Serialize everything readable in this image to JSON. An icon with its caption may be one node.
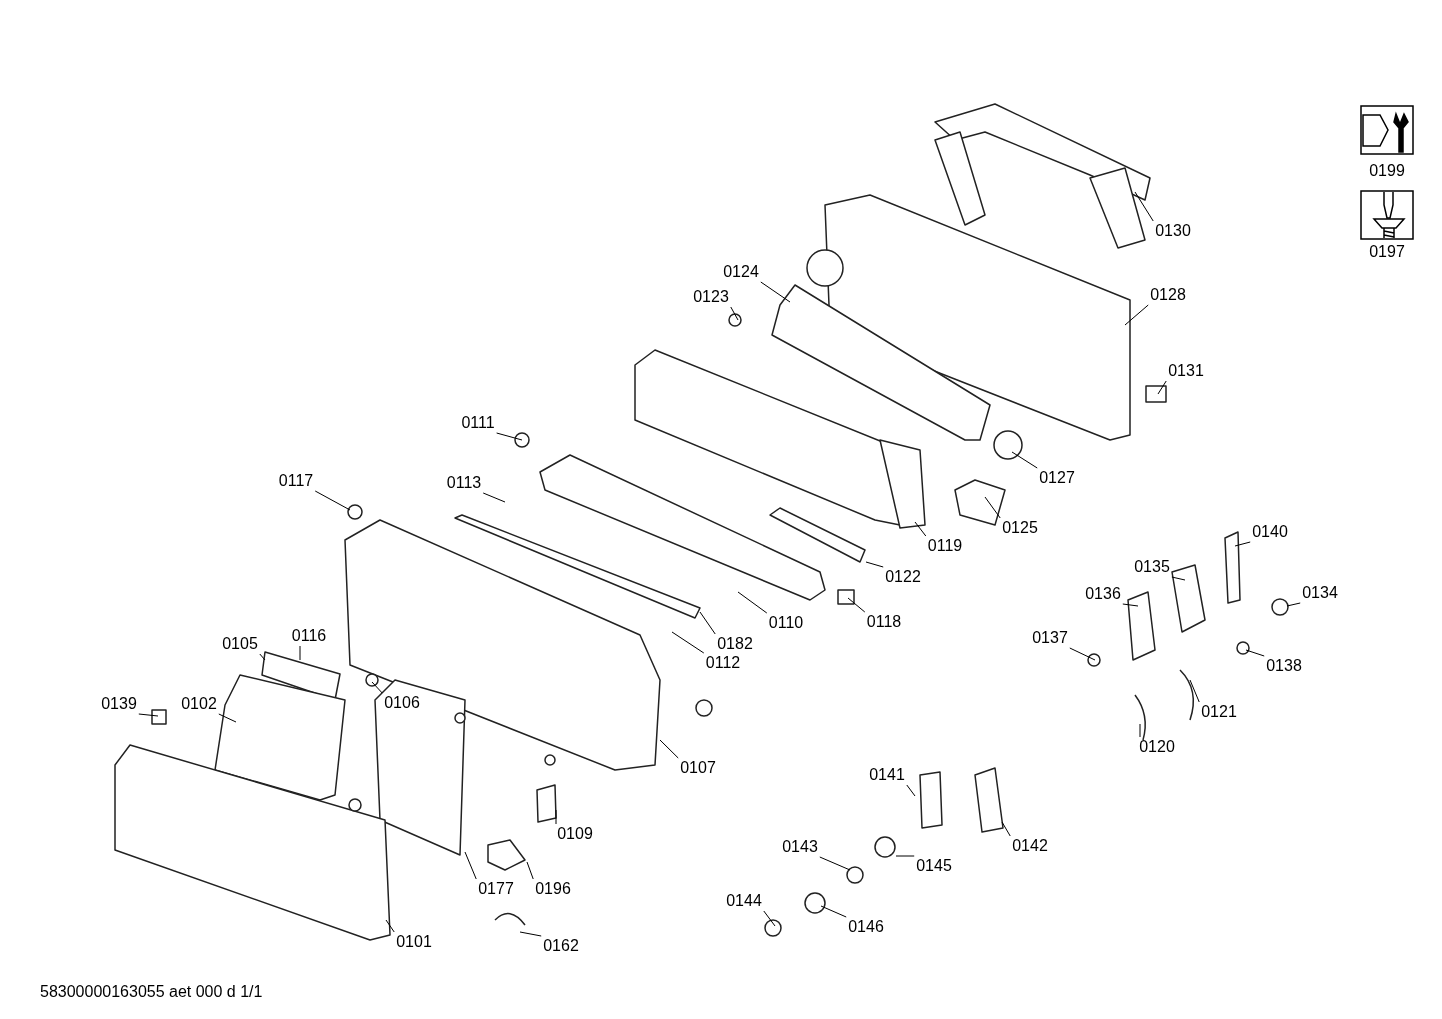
{
  "diagram": {
    "nodes": [
      {
        "text": [
          "0130"
        ]
      },
      {
        "text": [
          "0124"
        ]
      },
      {
        "text": [
          "0128"
        ]
      },
      {
        "text": [
          "0123"
        ]
      },
      {
        "text": [
          "0131"
        ]
      },
      {
        "text": [
          "0111"
        ]
      },
      {
        "text": [
          "0127"
        ]
      },
      {
        "text": [
          "0117"
        ]
      },
      {
        "text": [
          "0113"
        ]
      },
      {
        "text": [
          "0125"
        ]
      },
      {
        "text": [
          "0140"
        ]
      },
      {
        "text": [
          "0119"
        ]
      },
      {
        "text": [
          "0135"
        ]
      },
      {
        "text": [
          "0122"
        ]
      },
      {
        "text": [
          "0134"
        ]
      },
      {
        "text": [
          "0136"
        ]
      },
      {
        "text": [
          "0110"
        ]
      },
      {
        "text": [
          "0118"
        ]
      },
      {
        "text": [
          "0116"
        ]
      },
      {
        "text": [
          "0137"
        ]
      },
      {
        "text": [
          "0105"
        ]
      },
      {
        "text": [
          "0182"
        ]
      },
      {
        "text": [
          "0112"
        ]
      },
      {
        "text": [
          "0138"
        ]
      },
      {
        "text": [
          "0139"
        ]
      },
      {
        "text": [
          "0102"
        ]
      },
      {
        "text": [
          "0106"
        ]
      },
      {
        "text": [
          "0121"
        ]
      },
      {
        "text": [
          "0120"
        ]
      },
      {
        "text": [
          "0107"
        ]
      },
      {
        "text": [
          "0141"
        ]
      },
      {
        "text": [
          "0109"
        ]
      },
      {
        "text": [
          "0142"
        ]
      },
      {
        "text": [
          "0143"
        ]
      },
      {
        "text": [
          "0145"
        ]
      },
      {
        "text": [
          "0177"
        ]
      },
      {
        "text": [
          "0196"
        ]
      },
      {
        "text": [
          "0144"
        ]
      },
      {
        "text": [
          "0146"
        ]
      },
      {
        "text": [
          "0101"
        ]
      },
      {
        "text": [
          "0162"
        ]
      }
    ],
    "edges": [
      {
        "from": 0,
        "to": null,
        "arrow": "none"
      },
      {
        "from": 1,
        "to": null,
        "arrow": "none"
      },
      {
        "from": 2,
        "to": null,
        "arrow": "none"
      },
      {
        "from": 3,
        "to": null,
        "arrow": "none"
      },
      {
        "from": 4,
        "to": null,
        "arrow": "none"
      },
      {
        "from": 5,
        "to": null,
        "arrow": "none"
      },
      {
        "from": 6,
        "to": null,
        "arrow": "none"
      },
      {
        "from": 7,
        "to": null,
        "arrow": "none"
      },
      {
        "from": 8,
        "to": null,
        "arrow": "none"
      },
      {
        "from": 9,
        "to": null,
        "arrow": "none"
      },
      {
        "from": 10,
        "to": null,
        "arrow": "none"
      },
      {
        "from": 11,
        "to": null,
        "arrow": "none"
      },
      {
        "from": 12,
        "to": null,
        "arrow": "none"
      },
      {
        "from": 13,
        "to": null,
        "arrow": "none"
      },
      {
        "from": 14,
        "to": null,
        "arrow": "none"
      },
      {
        "from": 15,
        "to": null,
        "arrow": "none"
      },
      {
        "from": 16,
        "to": null,
        "arrow": "none"
      },
      {
        "from": 17,
        "to": null,
        "arrow": "none"
      },
      {
        "from": 18,
        "to": null,
        "arrow": "none"
      },
      {
        "from": 19,
        "to": null,
        "arrow": "none"
      },
      {
        "from": 20,
        "to": null,
        "arrow": "none"
      },
      {
        "from": 21,
        "to": null,
        "arrow": "none"
      },
      {
        "from": 22,
        "to": null,
        "arrow": "none"
      },
      {
        "from": 23,
        "to": null,
        "arrow": "none"
      },
      {
        "from": 24,
        "to": null,
        "arrow": "none"
      },
      {
        "from": 25,
        "to": null,
        "arrow": "none"
      },
      {
        "from": 26,
        "to": null,
        "arrow": "none"
      },
      {
        "from": 27,
        "to": null,
        "arrow": "none"
      },
      {
        "from": 28,
        "to": null,
        "arrow": "none"
      },
      {
        "from": 29,
        "to": null,
        "arrow": "none"
      },
      {
        "from": 30,
        "to": null,
        "arrow": "none"
      },
      {
        "from": 31,
        "to": null,
        "arrow": "none"
      },
      {
        "from": 32,
        "to": null,
        "arrow": "none"
      },
      {
        "from": 33,
        "to": null,
        "arrow": "none"
      },
      {
        "from": 34,
        "to": null,
        "arrow": "none"
      },
      {
        "from": 35,
        "to": null,
        "arrow": "none"
      },
      {
        "from": 36,
        "to": null,
        "arrow": "none"
      },
      {
        "from": 37,
        "to": null,
        "arrow": "none"
      },
      {
        "from": 38,
        "to": null,
        "arrow": "none"
      },
      {
        "from": 39,
        "to": null,
        "arrow": "none"
      },
      {
        "from": 40,
        "to": null,
        "arrow": "none"
      }
    ],
    "labels": [
      "0199",
      "0197",
      "58300000163055 aet 000 d 1/1"
    ]
  }
}
